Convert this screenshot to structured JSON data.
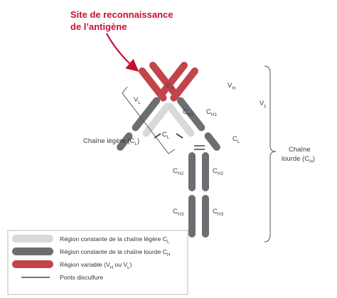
{
  "title": {
    "line1": "Site de reconnaissance",
    "line2": "de l’antigène"
  },
  "labels": {
    "vh_left": {
      "main": "V",
      "sub": "H"
    },
    "vl_left": {
      "main": "V",
      "sub": "L"
    },
    "ch1_left": {
      "main": "C",
      "sub": "H1"
    },
    "cl_left": {
      "main": "C",
      "sub": "L"
    },
    "vh_right": {
      "main": "V",
      "sub": "H"
    },
    "vl_right": {
      "main": "V",
      "sub": "L"
    },
    "ch1_right": {
      "main": "C",
      "sub": "H1"
    },
    "cl_right": {
      "main": "C",
      "sub": "L"
    },
    "ch2_left": {
      "main": "C",
      "sub": "H2"
    },
    "ch2_right": {
      "main": "C",
      "sub": "H2"
    },
    "ch3_left": {
      "main": "C",
      "sub": "H3"
    },
    "ch3_right": {
      "main": "C",
      "sub": "H3"
    }
  },
  "light_chain": {
    "prefix": "Chaîne légère (C",
    "sub": "L",
    "suffix": ")"
  },
  "heavy_chain": {
    "line1": "Chaîne",
    "line2_prefix": "lourde (C",
    "sub": "H",
    "suffix": ")"
  },
  "legend": {
    "light_constant": {
      "prefix": "Région constante de la chaîne légère C",
      "sub": "L"
    },
    "heavy_constant": {
      "prefix": "Région constante de la chaîne lourde C",
      "sub": "H"
    },
    "variable": {
      "prefix": "Région variable (V",
      "sub1": "H",
      "mid": " ou V",
      "sub2": "L",
      "suffix": ")"
    },
    "disulfide": "Ponts disculfure"
  },
  "colors": {
    "variable": "#c1454b",
    "heavy_constant": "#6d6e71",
    "light_constant": "#d9d9d9",
    "title": "#c8102e",
    "bracket": "#555555"
  }
}
